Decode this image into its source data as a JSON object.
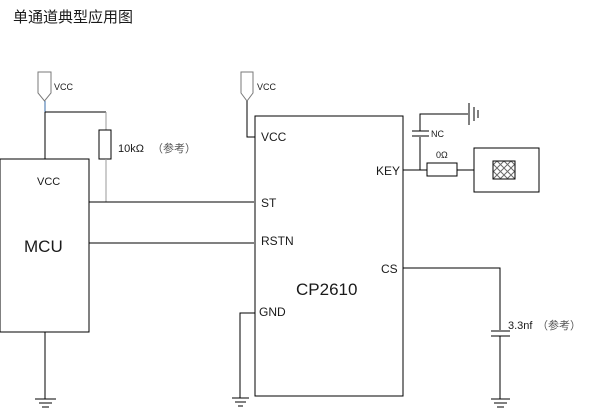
{
  "title": "单通道典型应用图",
  "mcu": {
    "name": "MCU",
    "vcc_pin": "VCC",
    "supply_label": "VCC"
  },
  "pullup_resistor": {
    "value": "10kΩ",
    "note": "（参考）"
  },
  "chip": {
    "name": "CP2610",
    "supply_label": "VCC",
    "pins": {
      "vcc": "VCC",
      "st": "ST",
      "rstn": "RSTN",
      "gnd": "GND",
      "key": "KEY",
      "cs": "CS"
    }
  },
  "key_circuit": {
    "capacitor_label": "NC",
    "resistor_label": "0Ω"
  },
  "cs_capacitor": {
    "value": "3.3nf",
    "note": "（参考）"
  },
  "colors": {
    "wire": "#000000",
    "vcc_symbol": "#7a7a7a",
    "resistor_lead": "#9a9a9a"
  }
}
